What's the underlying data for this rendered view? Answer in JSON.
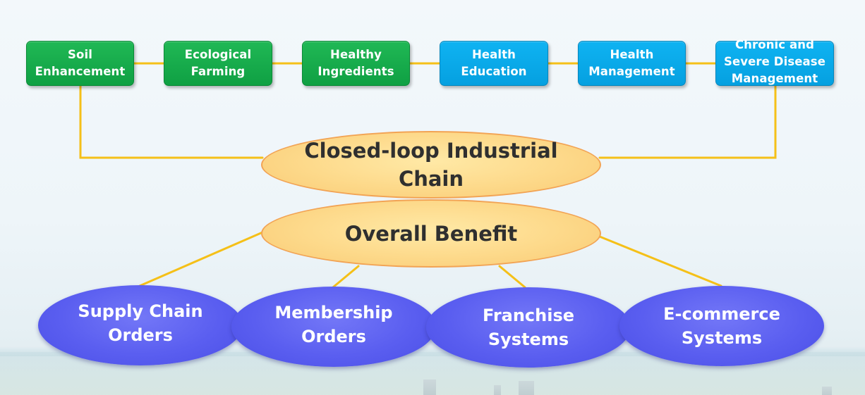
{
  "top_chain": [
    {
      "label": "Soil\nEnhancement",
      "color": "#14ad4a"
    },
    {
      "label": "Ecological\nFarming",
      "color": "#14ad4a"
    },
    {
      "label": "Healthy\nIngredients",
      "color": "#14ad4a"
    },
    {
      "label": "Health\nEducation",
      "color": "#08a8e8"
    },
    {
      "label": "Health\nManagement",
      "color": "#08a8e8"
    },
    {
      "label": "Chronic and\nSevere Disease\nManagement",
      "color": "#08a8e8"
    }
  ],
  "center": {
    "closed_loop": "Closed-loop Industrial\nChain",
    "overall_benefit": "Overall Benefit"
  },
  "outputs": [
    {
      "label": "Supply Chain\nOrders"
    },
    {
      "label": "Membership\nOrders"
    },
    {
      "label": "Franchise\nSystems"
    },
    {
      "label": "E-commerce\nSystems"
    }
  ],
  "colors": {
    "connector": "#f5c018",
    "green_box": "#14ad4a",
    "blue_box": "#08a8e8",
    "gold_oval": "#fdd98a",
    "gold_border": "#f2a354",
    "purple_oval": "#5a5ef0"
  }
}
